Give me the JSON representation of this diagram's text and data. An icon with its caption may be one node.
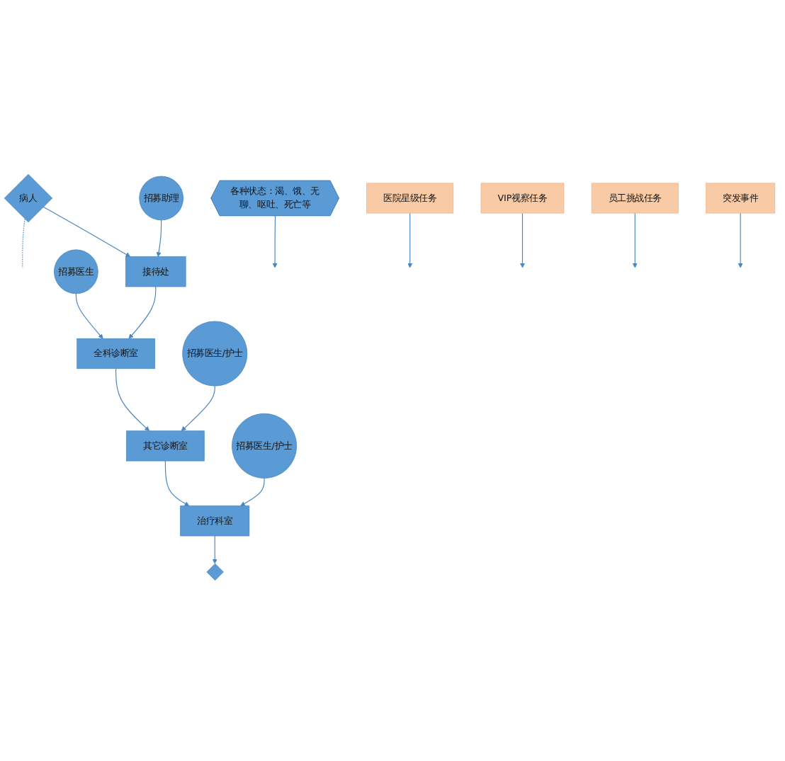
{
  "diagram": {
    "nodes": [
      {
        "text": [
          "病人"
        ]
      },
      {
        "text": [
          "各种状态：渴、饿、无聊、呕吐、死亡等"
        ]
      },
      {
        "text": [
          "招募助理"
        ]
      },
      {
        "text": [
          "接待处"
        ]
      },
      {
        "text": [
          "医院星级任务"
        ]
      },
      {
        "text": [
          "招募医生"
        ]
      },
      {
        "text": [
          "全科诊断室"
        ]
      },
      {
        "text": [
          "VIP视察任务"
        ]
      },
      {
        "text": [
          "招募医生/护士"
        ]
      },
      {
        "text": [
          "其它诊断室"
        ]
      },
      {
        "text": [
          "员工挑战任务"
        ]
      },
      {
        "text": [
          "招募医生/护士"
        ]
      },
      {
        "text": [
          "治疗科室"
        ]
      },
      {
        "text": [
          "突发事件"
        ]
      },
      {
        "text": [],
        "shape": "diamond"
      }
    ],
    "edges": [
      {
        "from": 0,
        "to": null,
        "arrow": "none",
        "style": "dashed"
      },
      {
        "from": 1,
        "to": null,
        "arrow": "to"
      },
      {
        "from": 0,
        "to": 3,
        "arrow": "to"
      },
      {
        "from": 2,
        "to": 3,
        "arrow": "to"
      },
      {
        "from": 4,
        "to": null,
        "arrow": "to"
      },
      {
        "from": 3,
        "to": 6,
        "arrow": "to"
      },
      {
        "from": 5,
        "to": 6,
        "arrow": "to"
      },
      {
        "from": 7,
        "to": null,
        "arrow": "to"
      },
      {
        "from": 6,
        "to": 9,
        "arrow": "to"
      },
      {
        "from": 8,
        "to": 9,
        "arrow": "to"
      },
      {
        "from": 10,
        "to": null,
        "arrow": "to"
      },
      {
        "from": 9,
        "to": 12,
        "arrow": "to"
      },
      {
        "from": 11,
        "to": 12,
        "arrow": "to"
      },
      {
        "from": 13,
        "to": null,
        "arrow": "to"
      },
      {
        "from": 12,
        "to": 14,
        "arrow": "to"
      }
    ]
  }
}
